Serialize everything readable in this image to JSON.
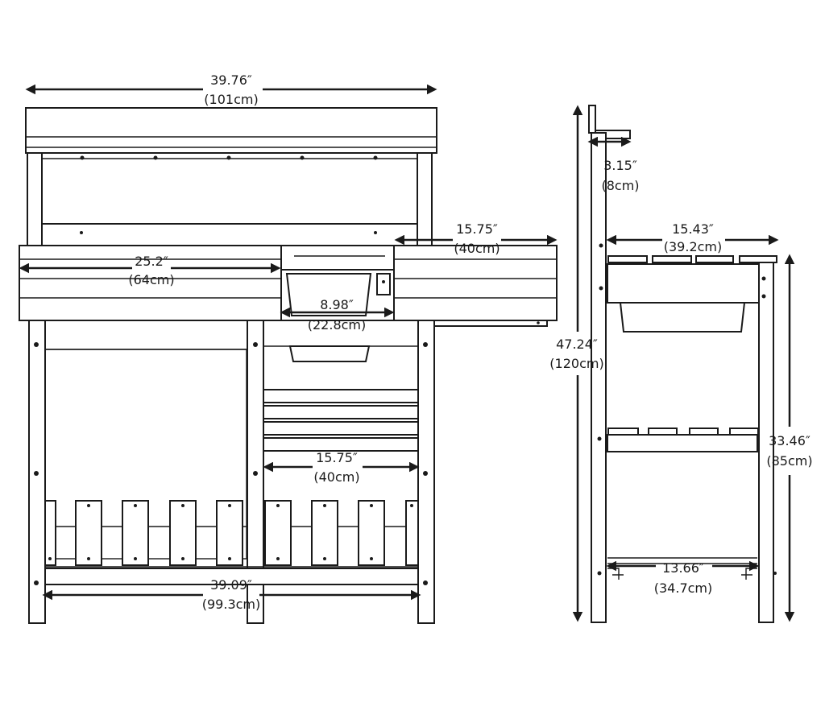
{
  "colors": {
    "line": "#1a1a1a",
    "background": "#ffffff"
  },
  "front_view": {
    "overall_width": {
      "in": "39.76″",
      "cm": "(101cm)"
    },
    "left_top_width": {
      "in": "25.2″",
      "cm": "(64cm)"
    },
    "right_top_width": {
      "in": "15.75″",
      "cm": "(40cm)"
    },
    "sink_width": {
      "in": "8.98″",
      "cm": "(22.8cm)"
    },
    "lower_shelf_width": {
      "in": "15.75″",
      "cm": "(40cm)"
    },
    "base_width": {
      "in": "39.09″",
      "cm": "(99.3cm)"
    }
  },
  "side_view": {
    "back_depth": {
      "in": "3.15″",
      "cm": "(8cm)"
    },
    "top_depth": {
      "in": "15.43″",
      "cm": "(39.2cm)"
    },
    "total_height": {
      "in": "47.24″",
      "cm": "(120cm)"
    },
    "table_height": {
      "in": "33.46″",
      "cm": "(85cm)"
    },
    "bottom_depth": {
      "in": "13.66″",
      "cm": "(34.7cm)"
    }
  }
}
